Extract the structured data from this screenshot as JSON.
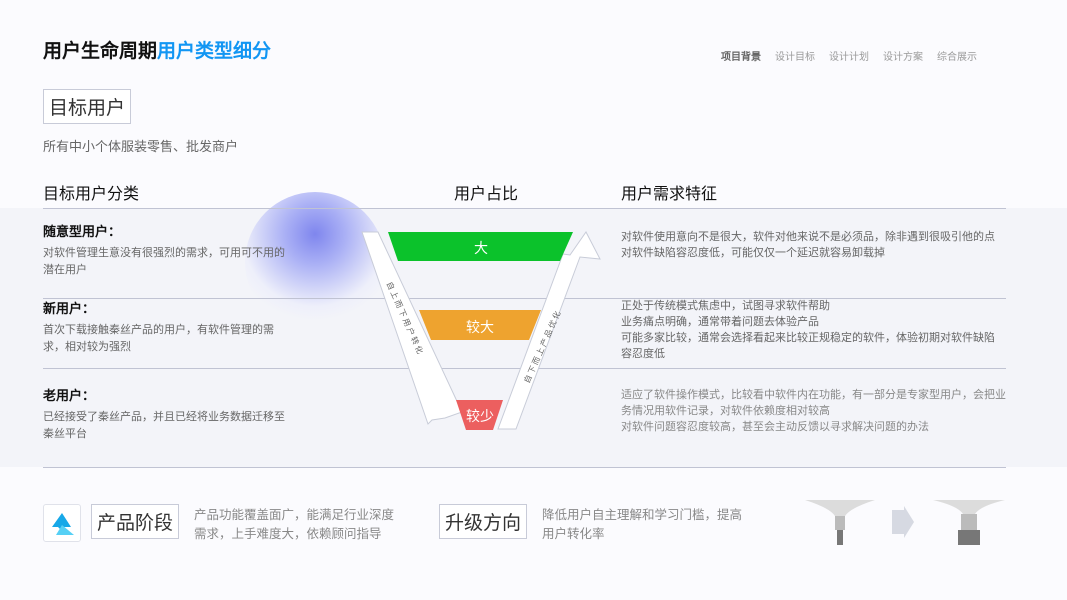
{
  "header": {
    "title_main": "用户生命周期",
    "title_highlight": "用户类型细分",
    "nav": [
      "项目背景",
      "设计目标",
      "设计计划",
      "设计方案",
      "综合展示"
    ]
  },
  "target": {
    "label": "目标用户",
    "desc": "所有中小个体服装零售、批发商户"
  },
  "columns": {
    "category": "目标用户分类",
    "ratio": "用户占比",
    "needs": "用户需求特征"
  },
  "rows": [
    {
      "title": "随意型用户：",
      "desc": "对软件管理生意没有很强烈的需求，可用可不用的潜在用户",
      "ratio": "大",
      "ratio_color": "#0bc22b",
      "needs": [
        "对软件使用意向不是很大，软件对他来说不是必须品，除非遇到很吸引他的点",
        "对软件缺陷容忍度低，可能仅仅一个延迟就容易卸载掉"
      ]
    },
    {
      "title": "新用户：",
      "desc": "首次下载接触秦丝产品的用户，有软件管理的需求，相对较为强烈",
      "ratio": "较大",
      "ratio_color": "#eea32f",
      "needs": [
        "正处于传统模式焦虑中，试图寻求软件帮助",
        "业务痛点明确，通常带着问题去体验产品",
        "可能多家比较，通常会选择看起来比较正规稳定的软件，体验初期对软件缺陷容忍度低"
      ]
    },
    {
      "title": "老用户：",
      "desc": "已经接受了秦丝产品，并且已经将业务数据迁移至秦丝平台",
      "ratio": "较少",
      "ratio_color": "#ec5f5f",
      "needs": [
        "适应了软件操作模式，比较看中软件内在功能，有一部分是专家型用户，会把业务情况用软件记录，对软件依赖度相对较高",
        "对软件问题容忍度较高，甚至会主动反馈以寻求解决问题的办法"
      ]
    }
  ],
  "arrows": {
    "left": "自上而下用户转化",
    "right": "自下而上产品优化"
  },
  "bottom": {
    "stage_label": "产品阶段",
    "stage_desc": [
      "产品功能覆盖面广，能满足行业深度",
      "需求，上手难度大，依赖顾问指导"
    ],
    "upgrade_label": "升级方向",
    "upgrade_desc": [
      "降低用户自主理解和学习门槛，提高",
      "用户转化率"
    ]
  }
}
